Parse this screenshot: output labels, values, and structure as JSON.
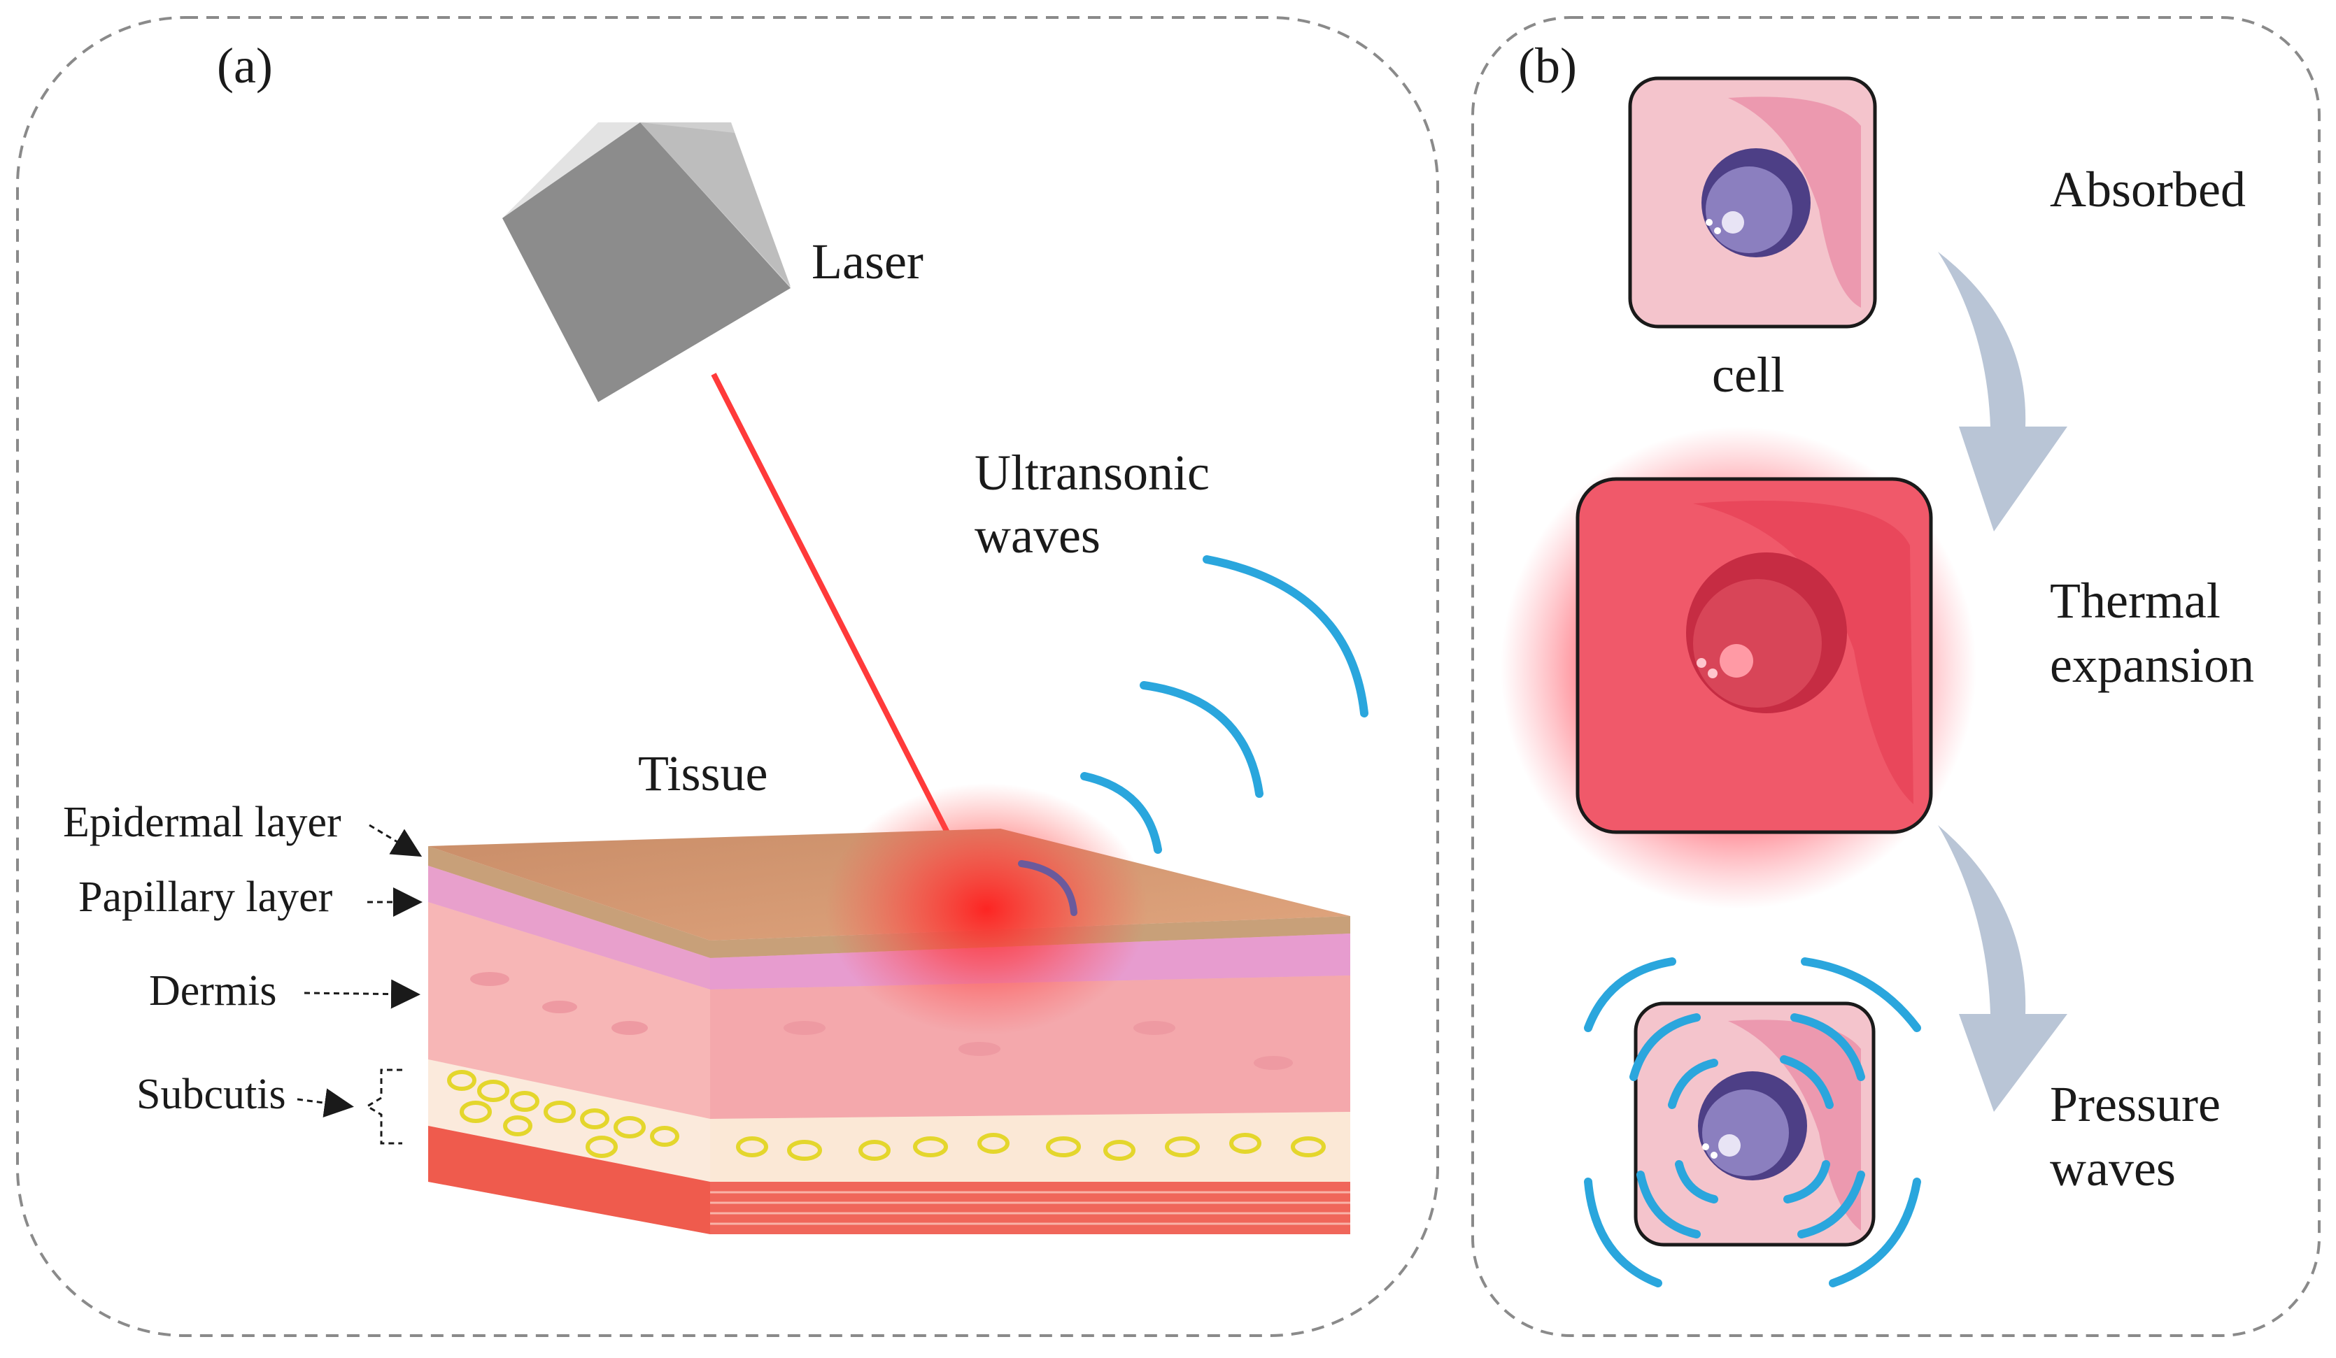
{
  "panel_a": {
    "label": "(a)",
    "laser_label": "Laser",
    "ultrasonic_line1": "Ultransonic",
    "ultrasonic_line2": "waves",
    "tissue_label": "Tissue",
    "layers": {
      "epidermal": "Epidermal layer",
      "papillary": "Papillary layer",
      "dermis": "Dermis",
      "subcutis": "Subcutis"
    }
  },
  "panel_b": {
    "label": "(b)",
    "cell_label": "cell",
    "absorbed": "Absorbed",
    "thermal_line1": "Thermal",
    "thermal_line2": "expansion",
    "pressure_line1": "Pressure",
    "pressure_line2": "waves"
  },
  "colors": {
    "wave_blue": "#2aa6dd",
    "laser_red": "#ff2a2a",
    "arrow_gray": "#b9c5d6",
    "cell_pink": "#f4c4cc",
    "cell_hot": "#f0596a",
    "nucleus_purple": "#6a5a9c",
    "fat_yellow": "#f1e94a"
  }
}
